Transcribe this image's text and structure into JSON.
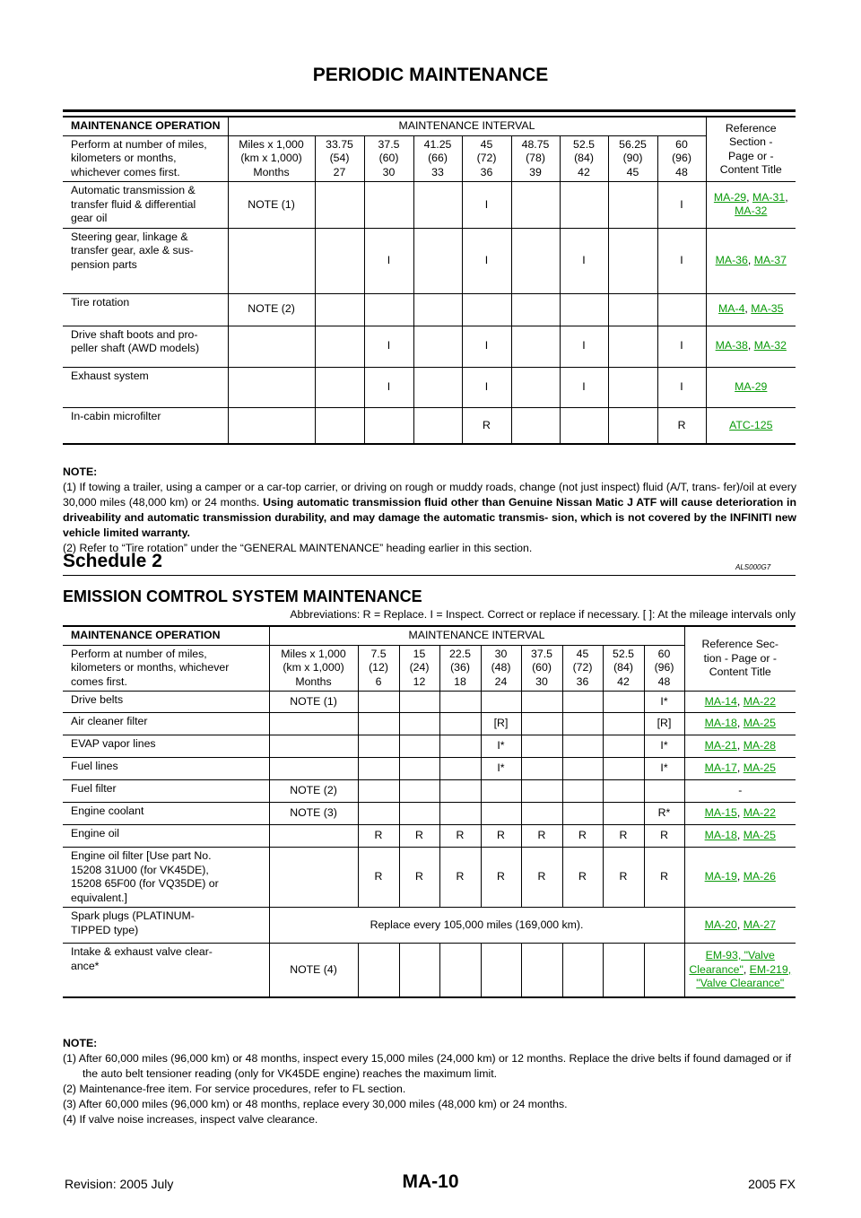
{
  "page": {
    "title": "PERIODIC MAINTENANCE",
    "code": "MA-10",
    "revision": "Revision: 2005 July",
    "model": "2005 FX"
  },
  "table1": {
    "head": {
      "op_label": "MAINTENANCE OPERATION",
      "interval_label": "MAINTENANCE INTERVAL",
      "ref_label": [
        "Reference",
        "Section -",
        "Page or -",
        "Content Title"
      ],
      "perform": [
        "Perform at number of miles,",
        "kilometers or months,",
        "whichever comes first."
      ],
      "units": [
        "Miles x 1,000",
        "(km x 1,000)",
        "Months"
      ],
      "intervals": [
        [
          "33.75",
          "(54)",
          "27"
        ],
        [
          "37.5",
          "(60)",
          "30"
        ],
        [
          "41.25",
          "(66)",
          "33"
        ],
        [
          "45",
          "(72)",
          "36"
        ],
        [
          "48.75",
          "(78)",
          "39"
        ],
        [
          "52.5",
          "(84)",
          "42"
        ],
        [
          "56.25",
          "(90)",
          "45"
        ],
        [
          "60",
          "(96)",
          "48"
        ]
      ]
    },
    "rows": [
      {
        "op": [
          "Automatic transmission &",
          "transfer fluid & differential",
          "gear oil"
        ],
        "note": "NOTE (1)",
        "cells": [
          "",
          "",
          "",
          "I",
          "",
          "",
          "",
          "I"
        ],
        "refs": [
          "MA-29",
          "MA-31",
          "MA-32"
        ]
      },
      {
        "op": [
          "Steering gear,  linkage &",
          "transfer gear, axle & sus-",
          "pension parts"
        ],
        "note": "",
        "cells": [
          "",
          "I",
          "",
          "I",
          "",
          "I",
          "",
          "I"
        ],
        "refs": [
          "MA-36",
          "MA-37"
        ]
      },
      {
        "op": [
          "Tire rotation"
        ],
        "note": "NOTE (2)",
        "cells": [
          "",
          "",
          "",
          "",
          "",
          "",
          "",
          ""
        ],
        "refs": [
          "MA-4",
          "MA-35"
        ]
      },
      {
        "op": [
          "Drive shaft boots and pro-",
          "peller shaft (AWD models)"
        ],
        "note": "",
        "cells": [
          "",
          "I",
          "",
          "I",
          "",
          "I",
          "",
          "I"
        ],
        "refs": [
          "MA-38",
          "MA-32"
        ]
      },
      {
        "op": [
          "Exhaust system"
        ],
        "note": "",
        "cells": [
          "",
          "I",
          "",
          "I",
          "",
          "I",
          "",
          "I"
        ],
        "refs": [
          "MA-29"
        ]
      },
      {
        "op": [
          "In-cabin microfilter"
        ],
        "note": "",
        "cells": [
          "",
          "",
          "",
          "R",
          "",
          "",
          "",
          "R"
        ],
        "refs": [
          "ATC-125"
        ]
      }
    ]
  },
  "notes1": {
    "heading": "NOTE:",
    "n1_text": "(1) If  towing a trailer, using a camper or a car-top carrier, or driving on rough or muddy roads, change (not just inspect) fluid (A/T, trans- fer)/oil at every 30,000 miles (48,000 km) or 24 months. ",
    "n1_bold": "Using automatic transmission fluid other than Genuine Nissan Matic J ATF will cause deterioration in driveability and automatic transmission durability, and may damage the automatic transmis- sion, which is not covered by the INFINITI new vehicle limited warranty.",
    "n2": "(2) Refer to “Tire rotation” under the “GENERAL MAINTENANCE” heading earlier in this section."
  },
  "schedule2": {
    "title": "Schedule 2",
    "code": "ALS000G7",
    "subtitle": "EMISSION COMTROL SYSTEM MAINTENANCE",
    "abbrev": "Abbreviations: R = Replace.    I = Inspect. Correct or replace if necessary.    [ ]: At the mileage intervals only"
  },
  "table2": {
    "head": {
      "op_label": "MAINTENANCE OPERATION",
      "interval_label": "MAINTENANCE INTERVAL",
      "ref_label": [
        "Reference Sec-",
        "tion - Page or -",
        "Content Title"
      ],
      "perform": [
        "Perform at number of miles,",
        "kilometers or months, whichever",
        "comes first."
      ],
      "units": [
        "Miles x 1,000",
        "(km x 1,000)",
        "Months"
      ],
      "intervals": [
        [
          "7.5",
          "(12)",
          "6"
        ],
        [
          "15",
          "(24)",
          "12"
        ],
        [
          "22.5",
          "(36)",
          "18"
        ],
        [
          "30",
          "(48)",
          "24"
        ],
        [
          "37.5",
          "(60)",
          "30"
        ],
        [
          "45",
          "(72)",
          "36"
        ],
        [
          "52.5",
          "(84)",
          "42"
        ],
        [
          "60",
          "(96)",
          "48"
        ]
      ]
    },
    "rows": [
      {
        "op": [
          "Drive belts"
        ],
        "note": "NOTE (1)",
        "cells": [
          "",
          "",
          "",
          "",
          "",
          "",
          "",
          "I*"
        ],
        "refs": [
          "MA-14",
          "MA-22"
        ]
      },
      {
        "op": [
          "Air cleaner filter"
        ],
        "note": "",
        "cells": [
          "",
          "",
          "",
          "[R]",
          "",
          "",
          "",
          "[R]"
        ],
        "refs": [
          "MA-18",
          "MA-25"
        ]
      },
      {
        "op": [
          "EVAP vapor lines"
        ],
        "note": "",
        "cells": [
          "",
          "",
          "",
          "I*",
          "",
          "",
          "",
          "I*"
        ],
        "refs": [
          "MA-21",
          "MA-28"
        ]
      },
      {
        "op": [
          "Fuel lines"
        ],
        "note": "",
        "cells": [
          "",
          "",
          "",
          "I*",
          "",
          "",
          "",
          "I*"
        ],
        "refs": [
          "MA-17",
          "MA-25"
        ]
      },
      {
        "op": [
          "Fuel filter"
        ],
        "note": "NOTE (2)",
        "cells": [
          "",
          "",
          "",
          "",
          "",
          "",
          "",
          ""
        ],
        "ref_text": "-"
      },
      {
        "op": [
          "Engine coolant"
        ],
        "note": "NOTE (3)",
        "cells": [
          "",
          "",
          "",
          "",
          "",
          "",
          "",
          "R*"
        ],
        "refs": [
          "MA-15",
          "MA-22"
        ]
      },
      {
        "op": [
          "Engine oil"
        ],
        "note": "",
        "cells": [
          "R",
          "R",
          "R",
          "R",
          "R",
          "R",
          "R",
          "R"
        ],
        "refs": [
          "MA-18",
          "MA-25"
        ]
      },
      {
        "op": [
          "Engine oil filter [Use part No.",
          "15208 31U00 (for VK45DE),",
          "15208 65F00 (for VQ35DE) or",
          "equivalent.]"
        ],
        "note": "",
        "cells": [
          "R",
          "R",
          "R",
          "R",
          "R",
          "R",
          "R",
          "R"
        ],
        "refs": [
          "MA-19",
          "MA-26"
        ]
      },
      {
        "op": [
          "Spark plugs (PLATINUM-",
          "TIPPED type)"
        ],
        "span_text": "Replace every 105,000 miles (169,000 km).",
        "refs": [
          "MA-20",
          "MA-27"
        ]
      },
      {
        "op": [
          "Intake & exhaust valve clear-",
          "ance*"
        ],
        "note": "NOTE (4)",
        "cells": [
          "",
          "",
          "",
          "",
          "",
          "",
          "",
          ""
        ],
        "refs": [
          "EM-93, \"Valve Clearance\"",
          "EM-219, \"Valve Clearance\""
        ]
      }
    ]
  },
  "notes2": {
    "heading": "NOTE:",
    "items": [
      "(1) After 60,000 miles (96,000 km) or 48 months, inspect every 15,000 miles (24,000 km) or 12 months. Replace the drive belts if found damaged or if the auto belt tensioner reading (only for VK45DE engine) reaches the maximum limit.",
      "(2) Maintenance-free item. For service procedures, refer to FL section.",
      "(3) After 60,000 miles (96,000 km) or 48 months, replace every 30,000 miles (48,000 km) or 24 months.",
      "(4) If valve noise increases, inspect valve clearance."
    ]
  }
}
